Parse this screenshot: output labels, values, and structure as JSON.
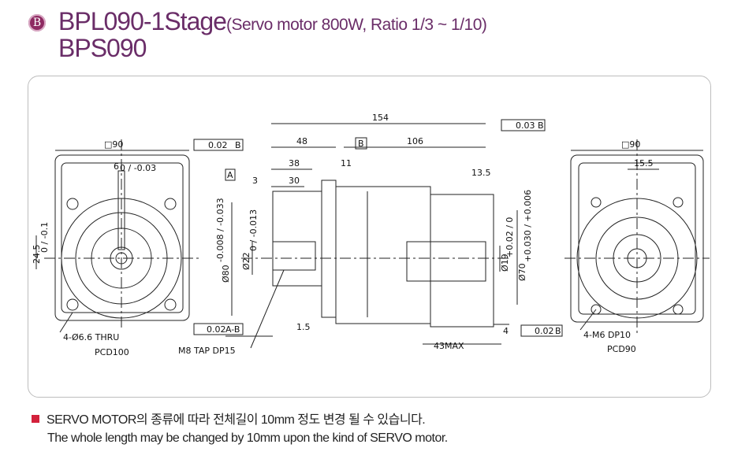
{
  "header": {
    "badge_letter": "B",
    "model": "BPL090-1Stage",
    "spec_open": "(Servo motor 800W, Ratio ",
    "ratio_from": "1/3",
    "tilde": " ~ ",
    "ratio_to": "1/10",
    "spec_close": ")",
    "model_alt": "BPS090"
  },
  "drawing": {
    "left_view": {
      "square": "□90",
      "key": "6",
      "key_tol": "0 / -0.03",
      "offset": "24.5",
      "offset_tol": "0 / -0.1",
      "holes": "4-Ø6.6 THRU",
      "pcd": "PCD100"
    },
    "side_view": {
      "total": "154",
      "d48": "48",
      "d106": "106",
      "d38": "38",
      "d30": "30",
      "d3": "3",
      "d11": "11",
      "d13_5": "13.5",
      "d1_5": "1.5",
      "d4": "4",
      "max43": "43MAX",
      "dia80": "Ø80",
      "dia80_tol": "-0.008 / -0.033",
      "dia22": "Ø22",
      "dia22_tol": "0 / -0.013",
      "dia19": "Ø19",
      "dia19_tol": "+0.02 / 0",
      "dia70": "Ø70",
      "dia70_tol": "+0.030 / +0.006",
      "tap": "M8 TAP DP15",
      "gdt_perp1": "0.02",
      "gdt_perp1_ref": "B",
      "datum_a": "A",
      "datum_b": "B",
      "gdt_parallel": "0.03",
      "gdt_parallel_ref": "B",
      "gdt_runout": "0.02",
      "gdt_runout_ref": "A-B",
      "gdt_perp2": "0.02",
      "gdt_perp2_ref": "B"
    },
    "right_view": {
      "square": "□90",
      "d15_5": "15.5",
      "holes": "4-M6 DP10",
      "pcd": "PCD90"
    }
  },
  "notes": {
    "korean": "SERVO MOTOR의 종류에 따라 전체길이 10mm 정도 변경 될 수 있습니다.",
    "english": "The whole length may be changed by 10mm upon the kind of SERVO motor."
  }
}
